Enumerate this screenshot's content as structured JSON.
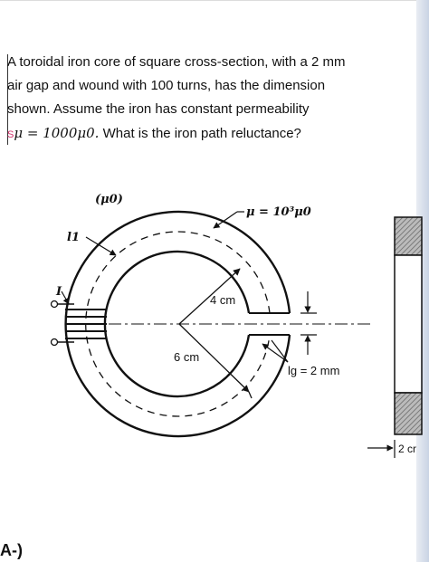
{
  "question": {
    "line1": "A toroidal iron core of square cross-section, with a 2 mm",
    "line2": "air gap and wound with 100 turns, has the dimension",
    "line3": "shown.  Assume the iron has constant permeability",
    "line4_marker": "S",
    "line4_formula": "μ = 1000μ0.",
    "line4_text": " What is the iron path reluctance?"
  },
  "figure": {
    "label_mu0": "(μ0)",
    "label_mu_iron": "μ = 10³μ0",
    "label_l1": "l1",
    "label_I": "I",
    "label_inner_radius": "4 cm",
    "label_outer_radius": "6 cm",
    "label_gap": "lg = 2 mm",
    "label_width": "2 cr"
  },
  "answer": {
    "label": "A-)"
  }
}
